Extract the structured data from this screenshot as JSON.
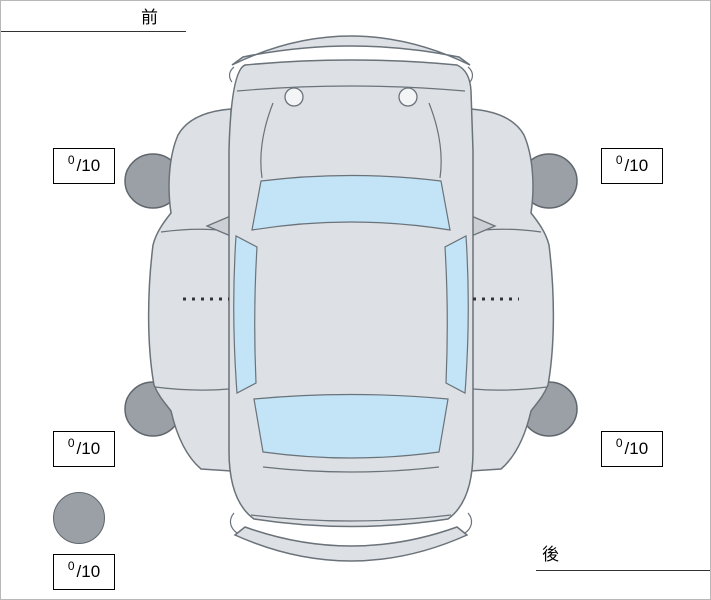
{
  "labels": {
    "front": "前",
    "rear": "後"
  },
  "scores": {
    "front_left": {
      "value": "0",
      "max": "/10"
    },
    "front_right": {
      "value": "0",
      "max": "/10"
    },
    "rear_left": {
      "value": "0",
      "max": "/10"
    },
    "rear_right": {
      "value": "0",
      "max": "/10"
    },
    "spare": {
      "value": "0",
      "max": "/10"
    }
  },
  "colors": {
    "body_fill": "#dde0e4",
    "body_stroke": "#6a727a",
    "window_fill": "#c2e4f6",
    "window_stroke": "#6a727a",
    "tire_fill": "#9aa0a6",
    "tire_stroke": "#5f666d",
    "line_color": "#333333",
    "box_border": "#000000"
  }
}
